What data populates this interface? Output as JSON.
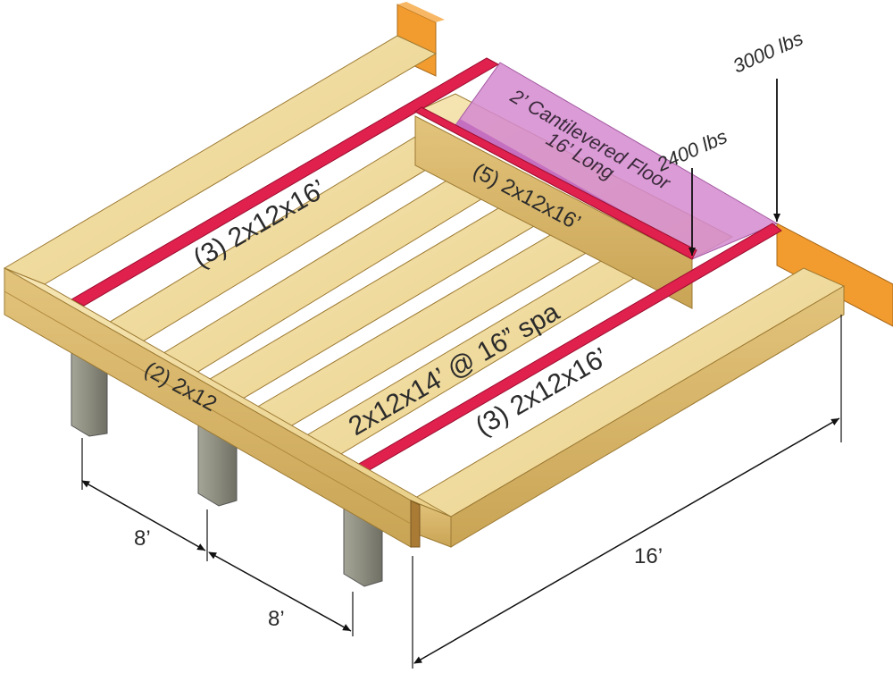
{
  "labels": {
    "beam_left": "(3) 2x12x16’",
    "beam_right": "(3) 2x12x16’",
    "beam_back": "(5) 2x12x16’",
    "joists": "2x12x14’ @ 16” spa",
    "rim": "(2) 2x12",
    "cantilever_line1": "2’ Cantilevered Floor",
    "cantilever_line2": "16’ Long",
    "load_1": "3000 lbs",
    "load_2": "2400 lbs",
    "dim_post_1": "8’",
    "dim_post_2": "8’",
    "dim_length": "16’"
  },
  "colors": {
    "wood_top": "#f1dda0",
    "wood_side": "#d8b566",
    "wood_dark": "#b08a3e",
    "beam_red": "#e0204d",
    "cantilever": "#d58ad0",
    "ledger": "#f29b2e",
    "post": "#8f8f83"
  }
}
